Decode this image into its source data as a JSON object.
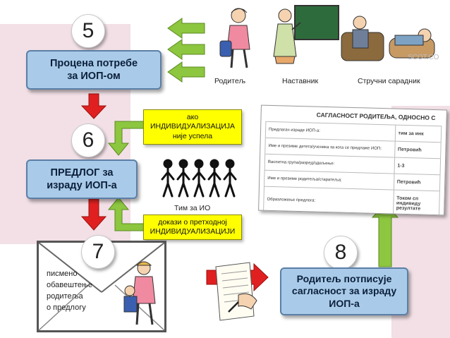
{
  "steps": {
    "s5": "5",
    "s6": "6",
    "s7": "7",
    "s8": "8"
  },
  "boxes": {
    "assessment_line1": "Процена потребе",
    "assessment_line2": "за ИОП-ом",
    "proposal_line1": "ПРЕДЛОГ за",
    "proposal_line2": "израду ИОП-а",
    "signature_line1": "Родитељ потписује",
    "signature_line2": "сагласност за израду",
    "signature_line3": "ИОП-а"
  },
  "notes": {
    "if_failed_line1": "ако",
    "if_failed_line2": "ИНДИВИДУАЛИЗАЦИЈА",
    "if_failed_line3": "није успела",
    "evidence_line1": "докази о претходној",
    "evidence_line2": "ИНДИВИДУАЛИЗАЦИЈИ"
  },
  "captions": {
    "parent": "Родитељ",
    "teacher": "Наставник",
    "expert": "Стручни сарадник",
    "team": "Тим за ИО",
    "written_line1": "писмено",
    "written_line2": "обавештење",
    "written_line3": "родитеља",
    "written_line4": "о предлогу"
  },
  "document": {
    "title": "САГЛАСНОСТ РОДИТЕЉА, ОДНОСНО С",
    "rows": [
      {
        "label": "Предлагач израде ИОП-а:",
        "value": "тим за инк"
      },
      {
        "label": "Име и презиме детета/ученика за кога се предлаже ИОП:",
        "value": "Петровић"
      },
      {
        "label": "Васпитна група/разред/одељење:",
        "value": "1-3"
      },
      {
        "label": "Име и презиме родитеља/старатеља:",
        "value": "Петровић"
      },
      {
        "label": "Образложење предлога:",
        "value": "Током сп индивиду резултате"
      }
    ]
  },
  "watermark": "SCOT.COM",
  "colors": {
    "arrow_green": "#8dc63f",
    "arrow_red": "#e02020",
    "box_blue": "#a9cbe9",
    "note_yellow": "#ffff00",
    "background_pink": "#f2e0e6"
  }
}
